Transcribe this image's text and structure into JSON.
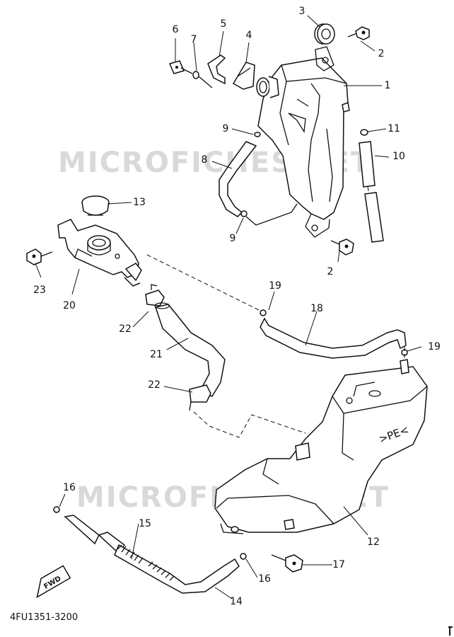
{
  "watermarks": [
    {
      "text": "MICROFICHES.NET"
    },
    {
      "text": "MICROFICHES.NET"
    }
  ],
  "callouts": [
    {
      "id": "c1",
      "num": "1"
    },
    {
      "id": "c2a",
      "num": "2"
    },
    {
      "id": "c2b",
      "num": "2"
    },
    {
      "id": "c3",
      "num": "3"
    },
    {
      "id": "c4",
      "num": "4"
    },
    {
      "id": "c5",
      "num": "5"
    },
    {
      "id": "c6",
      "num": "6"
    },
    {
      "id": "c7",
      "num": "7"
    },
    {
      "id": "c8",
      "num": "8"
    },
    {
      "id": "c9a",
      "num": "9"
    },
    {
      "id": "c9b",
      "num": "9"
    },
    {
      "id": "c10",
      "num": "10"
    },
    {
      "id": "c11",
      "num": "11"
    },
    {
      "id": "c12",
      "num": "12"
    },
    {
      "id": "c13",
      "num": "13"
    },
    {
      "id": "c14",
      "num": "14"
    },
    {
      "id": "c15",
      "num": "15"
    },
    {
      "id": "c16a",
      "num": "16"
    },
    {
      "id": "c16b",
      "num": "16"
    },
    {
      "id": "c17",
      "num": "17"
    },
    {
      "id": "c18",
      "num": "18"
    },
    {
      "id": "c19a",
      "num": "19"
    },
    {
      "id": "c19b",
      "num": "19"
    },
    {
      "id": "c20",
      "num": "20"
    },
    {
      "id": "c21",
      "num": "21"
    },
    {
      "id": "c22a",
      "num": "22"
    },
    {
      "id": "c22b",
      "num": "22"
    },
    {
      "id": "c23",
      "num": "23"
    }
  ],
  "fwd_label": "FWD",
  "tank_marking": ">PE<",
  "part_code": "4FU1351-3200"
}
